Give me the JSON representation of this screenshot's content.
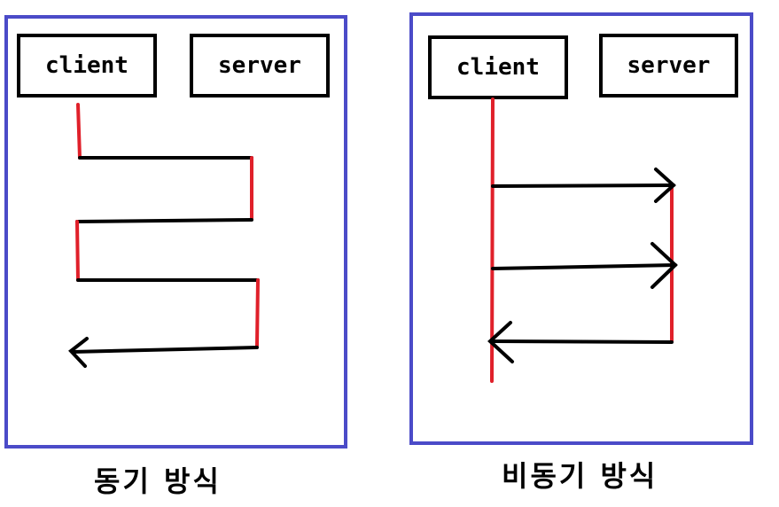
{
  "left": {
    "client_label": "client",
    "server_label": "server",
    "caption": "동기 방식"
  },
  "right": {
    "client_label": "client",
    "server_label": "server",
    "caption": "비동기 방식"
  },
  "colors": {
    "frame": "#4b4bc8",
    "request": "#000000",
    "processing": "#e0202a"
  }
}
